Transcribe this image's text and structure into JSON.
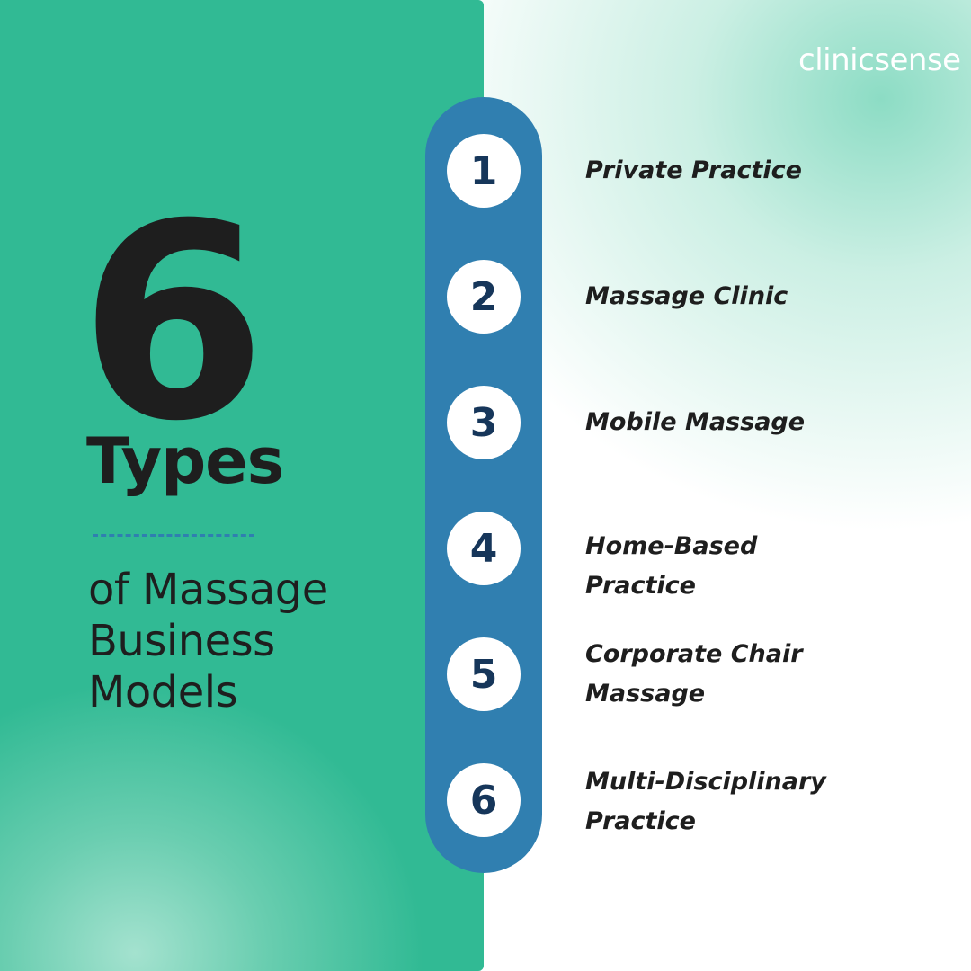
{
  "brand": {
    "logo_text": "clinicsense"
  },
  "hero": {
    "number": "6",
    "types_label": "Types",
    "subtitle_lines": [
      "of Massage",
      "Business",
      "Models"
    ]
  },
  "colors": {
    "left_panel": "#31ba94",
    "pill": "#307fb0",
    "number_text": "#16365a",
    "heading_text": "#1e1e1e"
  },
  "list": {
    "items": [
      {
        "number": "1",
        "label": "Private Practice"
      },
      {
        "number": "2",
        "label": "Massage Clinic"
      },
      {
        "number": "3",
        "label": "Mobile Massage"
      },
      {
        "number": "4",
        "label": "Home-Based\nPractice"
      },
      {
        "number": "5",
        "label": "Corporate Chair\nMassage"
      },
      {
        "number": "6",
        "label": "Multi-Disciplinary\nPractice"
      }
    ]
  }
}
